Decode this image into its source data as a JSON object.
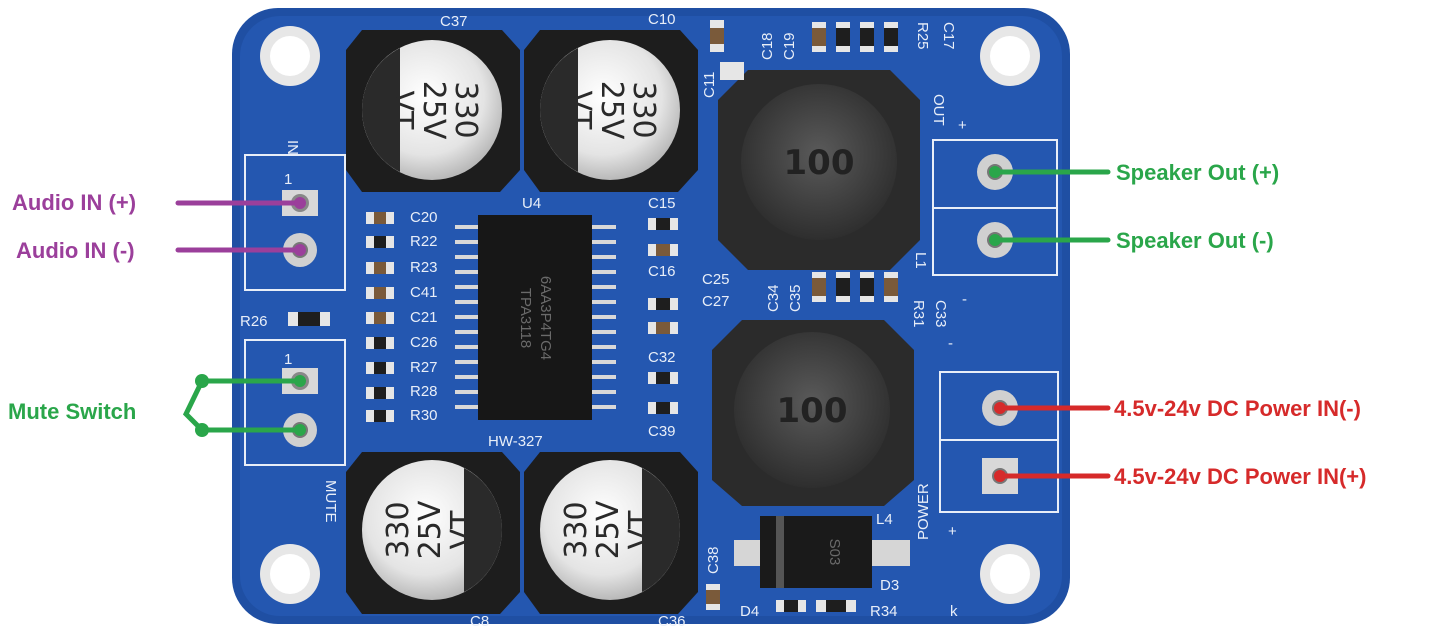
{
  "annotations": {
    "audio_in_pos": "Audio IN (+)",
    "audio_in_neg": "Audio IN (-)",
    "mute_switch": "Mute Switch",
    "speaker_out_pos": "Speaker Out (+)",
    "speaker_out_neg": "Speaker Out (-)",
    "power_in_neg": "4.5v-24v DC Power IN(-)",
    "power_in_pos": "4.5v-24v DC Power IN(+)"
  },
  "colors": {
    "audio": "#9b3f9b",
    "green": "#2aa64a",
    "red": "#d62a2a",
    "pcb": "#1f4fa3"
  },
  "board": {
    "model": "HW-327",
    "chip": {
      "ref": "U4",
      "line1": "TPA3118",
      "line2": "6AA3P4TG4"
    },
    "capacitor_marking": {
      "value": "330",
      "voltage": "25V",
      "series": "VT"
    },
    "inductor_value": "100",
    "diode_marking": "S03",
    "labels": {
      "c37": "C37",
      "c10": "C10",
      "c18": "C18",
      "c19": "C19",
      "r25": "R25",
      "c17": "C17",
      "c11": "C11",
      "out": "OUT",
      "plus_top": "+",
      "in": "IN",
      "c20": "C20",
      "r22": "R22",
      "r23": "R23",
      "c41": "C41",
      "c21": "C21",
      "c26": "C26",
      "r27": "R27",
      "r28": "R28",
      "r30": "R30",
      "c15": "C15",
      "c16": "C16",
      "c25": "C25",
      "c27": "C27",
      "c34": "C34",
      "c35": "C35",
      "r31": "R31",
      "c33": "C33",
      "l1": "L1",
      "minus_mid": "-",
      "r26": "R26",
      "c32": "C32",
      "c39": "C39",
      "mute": "MUTE",
      "power": "POWER",
      "plus_bottom": "+",
      "minus_power": "-",
      "l4": "L4",
      "c38": "C38",
      "d3": "D3",
      "d4": "D4",
      "r34": "R34",
      "k": "k",
      "c8": "C8",
      "c36": "C36",
      "pin1_in": "1",
      "pin1_mute": "1"
    }
  }
}
